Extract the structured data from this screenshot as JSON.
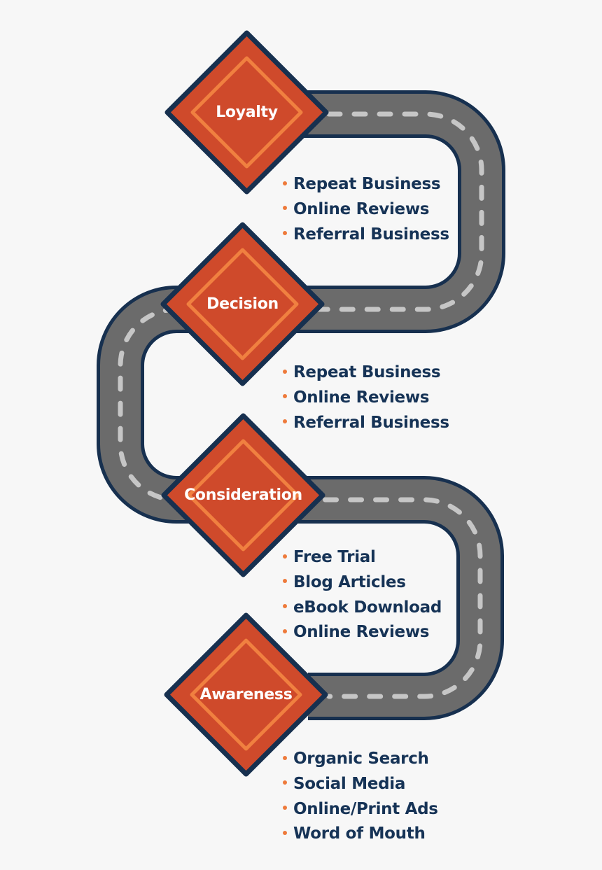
{
  "colors": {
    "background": "#f7f7f7",
    "road": "#6b6b6b",
    "road_outline": "#17304f",
    "lane_dash": "#c6c6c6",
    "sign_fill": "#cf4a2b",
    "sign_outline": "#17304f",
    "sign_inner_border": "#f08040",
    "bullet": "#ee7a3b",
    "text": "#163356"
  },
  "stages": [
    {
      "label": "Loyalty",
      "items": [
        "Repeat Business",
        "Online Reviews",
        "Referral Business"
      ]
    },
    {
      "label": "Decision",
      "items": [
        "Repeat Business",
        "Online Reviews",
        "Referral Business"
      ]
    },
    {
      "label": "Consideration",
      "items": [
        "Free Trial",
        "Blog Articles",
        "eBook Download",
        "Online Reviews"
      ]
    },
    {
      "label": "Awareness",
      "items": [
        "Organic Search",
        "Social Media",
        "Online/Print Ads",
        "Word of Mouth"
      ]
    }
  ]
}
